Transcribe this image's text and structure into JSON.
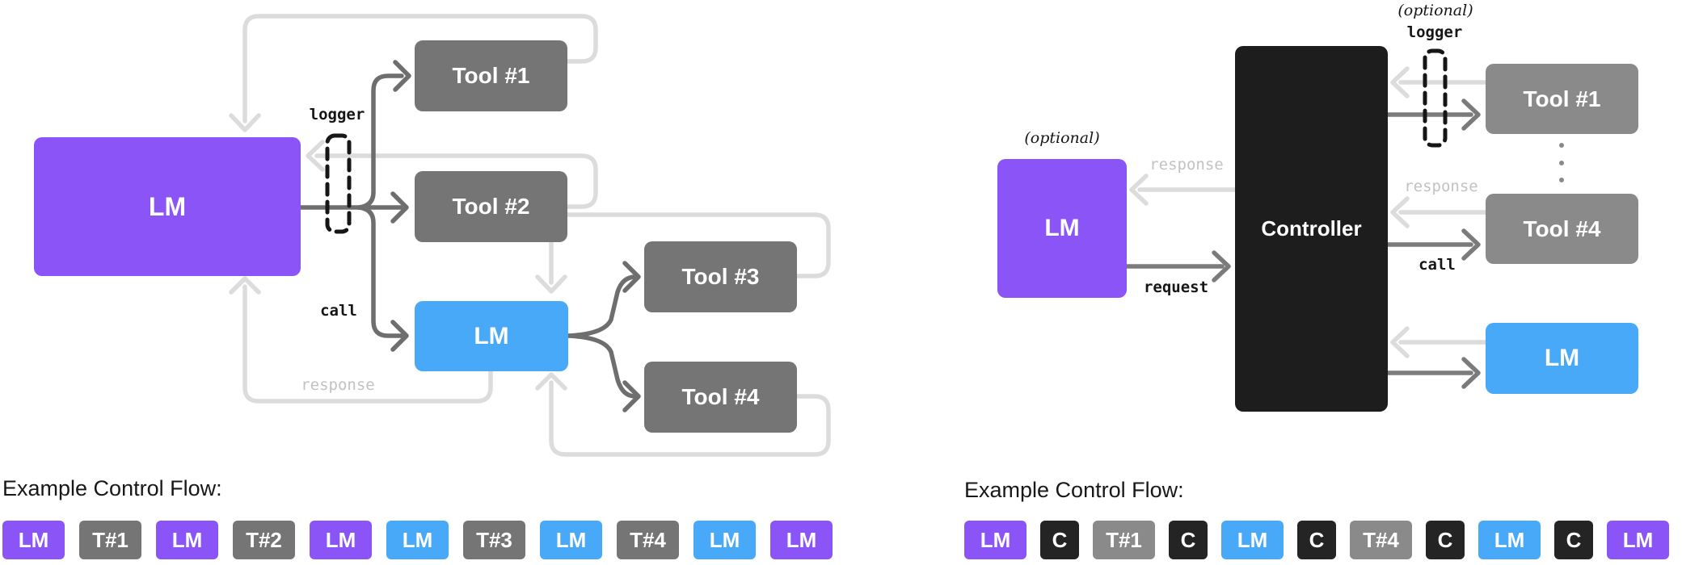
{
  "colors": {
    "purple": "#8A54F6",
    "blue": "#47A9F7",
    "gray_dark": "#757575",
    "gray_light": "#8A8A8A",
    "black_box": "#1D1D1D",
    "badge_black": "#242424",
    "edge_dark": "#6E6E6E",
    "edge_dark2": "#7B7B7B",
    "edge_light": "#DCDCDC",
    "label_dark": "#161616",
    "label_muted": "#C2C2C2"
  },
  "left_diagram": {
    "lm_main": {
      "label": "LM"
    },
    "lm_sub": {
      "label": "LM"
    },
    "tools": [
      {
        "label": "Tool #1"
      },
      {
        "label": "Tool #2"
      },
      {
        "label": "Tool #3"
      },
      {
        "label": "Tool #4"
      }
    ],
    "logger_label": "logger",
    "call_label": "call",
    "response_label": "response"
  },
  "right_diagram": {
    "optional_lm_label": "(optional)",
    "lm_main": {
      "label": "LM"
    },
    "lm_sub": {
      "label": "LM"
    },
    "controller": {
      "label": "Controller"
    },
    "optional_logger_label": "(optional)",
    "logger_label": "logger",
    "response_lm_label": "response",
    "request_label": "request",
    "response_tools_label": "response",
    "call_label": "call",
    "tools": [
      {
        "label": "Tool #1"
      },
      {
        "label": "Tool #4"
      }
    ]
  },
  "control_flow_left": {
    "title": "Example Control Flow:",
    "badges": [
      {
        "label": "LM",
        "type": "purple",
        "size": "wide"
      },
      {
        "label": "T#1",
        "type": "gray",
        "size": "wide"
      },
      {
        "label": "LM",
        "type": "purple",
        "size": "wide"
      },
      {
        "label": "T#2",
        "type": "gray",
        "size": "wide"
      },
      {
        "label": "LM",
        "type": "purple",
        "size": "wide"
      },
      {
        "label": "LM",
        "type": "blue",
        "size": "wide"
      },
      {
        "label": "T#3",
        "type": "gray",
        "size": "wide"
      },
      {
        "label": "LM",
        "type": "blue",
        "size": "wide"
      },
      {
        "label": "T#4",
        "type": "gray",
        "size": "wide"
      },
      {
        "label": "LM",
        "type": "blue",
        "size": "wide"
      },
      {
        "label": "LM",
        "type": "purple",
        "size": "wide"
      }
    ]
  },
  "control_flow_right": {
    "title": "Example Control Flow:",
    "badges": [
      {
        "label": "LM",
        "type": "purple",
        "size": "wide"
      },
      {
        "label": "C",
        "type": "black",
        "size": "narrow"
      },
      {
        "label": "T#1",
        "type": "gray-light",
        "size": "wide"
      },
      {
        "label": "C",
        "type": "black",
        "size": "narrow"
      },
      {
        "label": "LM",
        "type": "blue",
        "size": "wide"
      },
      {
        "label": "C",
        "type": "black",
        "size": "narrow"
      },
      {
        "label": "T#4",
        "type": "gray-light",
        "size": "wide"
      },
      {
        "label": "C",
        "type": "black",
        "size": "narrow"
      },
      {
        "label": "LM",
        "type": "blue",
        "size": "wide"
      },
      {
        "label": "C",
        "type": "black",
        "size": "narrow"
      },
      {
        "label": "LM",
        "type": "purple",
        "size": "wide"
      }
    ]
  }
}
